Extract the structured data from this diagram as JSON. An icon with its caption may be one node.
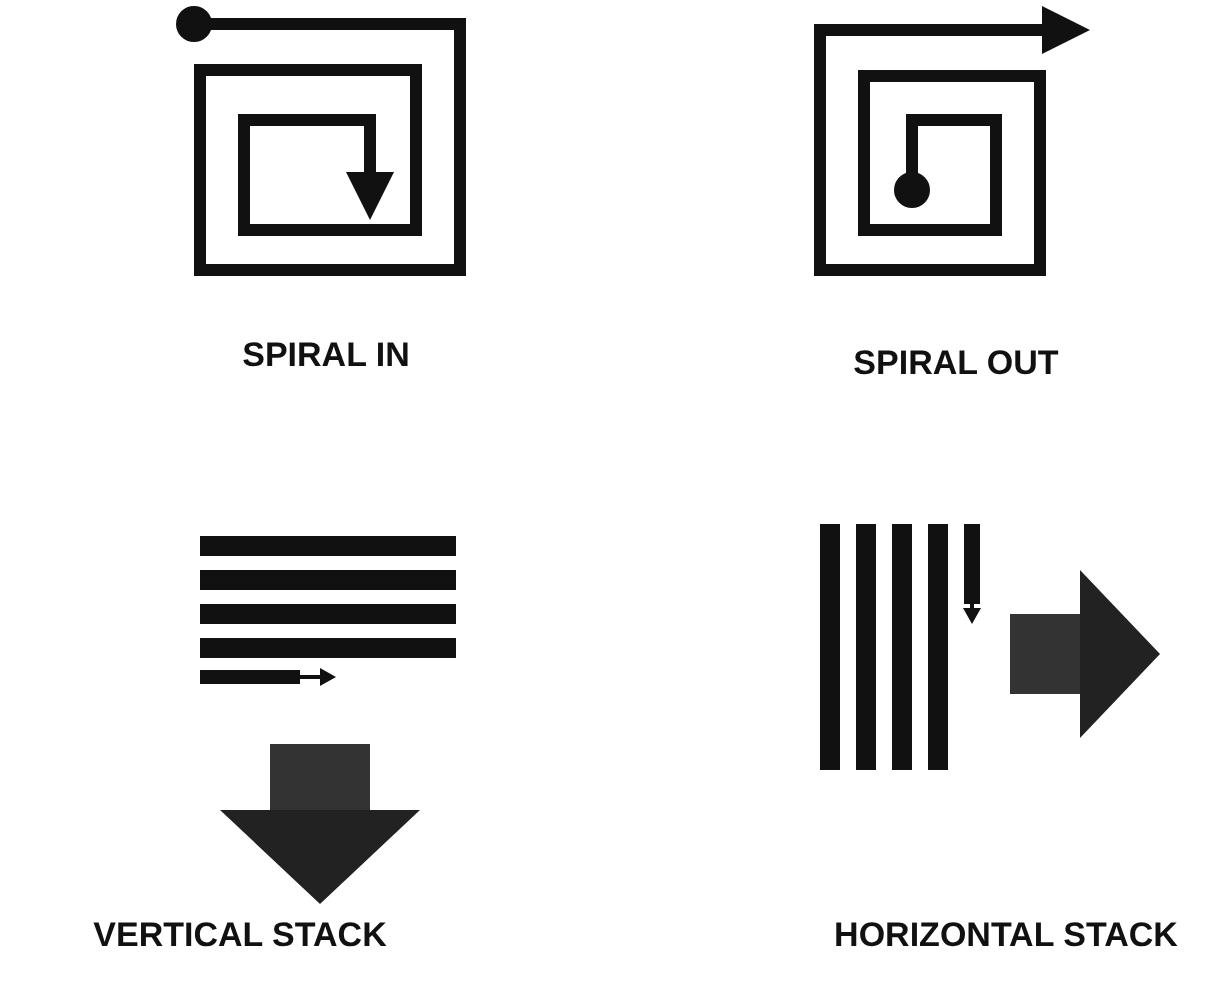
{
  "diagram": {
    "labels": [
      "SPIRAL IN",
      "SPIRAL OUT",
      "VERTICAL STACK",
      "HORIZONTAL STACK"
    ]
  }
}
